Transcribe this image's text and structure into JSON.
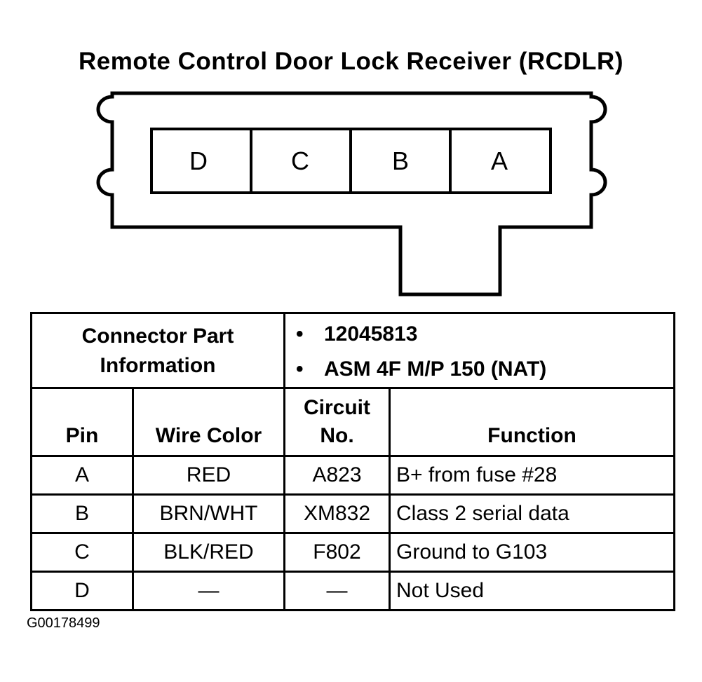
{
  "title": "Remote Control Door Lock Receiver (RCDLR)",
  "connector": {
    "cavities": [
      "D",
      "C",
      "B",
      "A"
    ]
  },
  "part_info": {
    "label": "Connector Part Information",
    "bullet": "•",
    "items": [
      "12045813",
      "ASM 4F M/P 150 (NAT)"
    ]
  },
  "table": {
    "headers": {
      "pin": "Pin",
      "wire_color": "Wire Color",
      "circuit_line1": "Circuit",
      "circuit_line2": "No.",
      "function": "Function"
    },
    "rows": [
      {
        "pin": "A",
        "wire_color": "RED",
        "circuit": "A823",
        "function": "B+ from fuse #28"
      },
      {
        "pin": "B",
        "wire_color": "BRN/WHT",
        "circuit": "XM832",
        "function": "Class 2 serial data"
      },
      {
        "pin": "C",
        "wire_color": "BLK/RED",
        "circuit": "F802",
        "function": "Ground to G103"
      },
      {
        "pin": "D",
        "wire_color": "—",
        "circuit": "—",
        "function": "Not Used"
      }
    ]
  },
  "figure_id": "G00178499"
}
